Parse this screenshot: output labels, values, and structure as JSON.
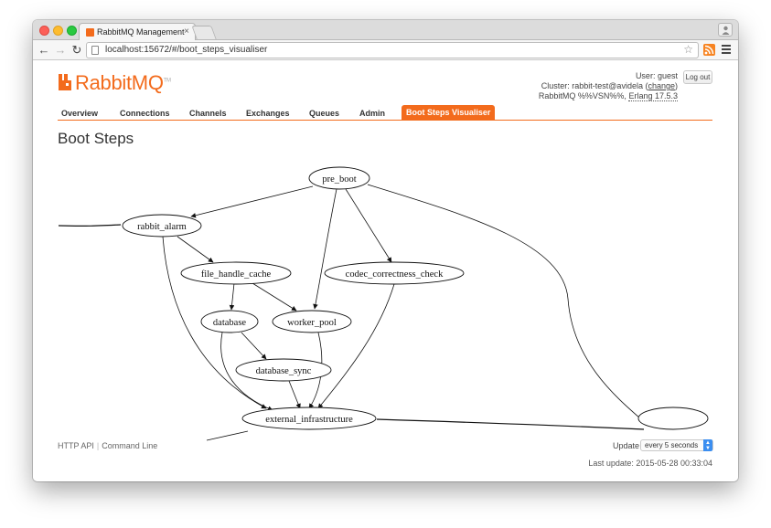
{
  "browser": {
    "tab_title": "RabbitMQ Management",
    "url": "localhost:15672/#/boot_steps_visualiser"
  },
  "header": {
    "logo_text": "RabbitMQ",
    "user_prefix": "User:",
    "user": "guest",
    "cluster_prefix": "Cluster:",
    "cluster": "rabbit-test@avidela",
    "change_label": "change",
    "version_prefix": "RabbitMQ %%VSN%%,",
    "erlang": "Erlang 17.5.3",
    "logout_label": "Log out"
  },
  "nav": {
    "items": [
      "Overview",
      "Connections",
      "Channels",
      "Exchanges",
      "Queues",
      "Admin",
      "Boot Steps Visualiser"
    ],
    "active": "Boot Steps Visualiser"
  },
  "page": {
    "title": "Boot Steps"
  },
  "graph": {
    "nodes": [
      "pre_boot",
      "rabbit_alarm",
      "file_handle_cache",
      "codec_correctness_check",
      "database",
      "worker_pool",
      "database_sync",
      "external_infrastructure"
    ]
  },
  "footer": {
    "http_api": "HTTP API",
    "command_line": "Command Line",
    "update_label": "Update",
    "update_value": "every 5 seconds",
    "last_update": "Last update: 2015-05-28 00:33:04"
  },
  "colors": {
    "brand": "#f36b1c",
    "select_accent": "#3b8ef0"
  }
}
